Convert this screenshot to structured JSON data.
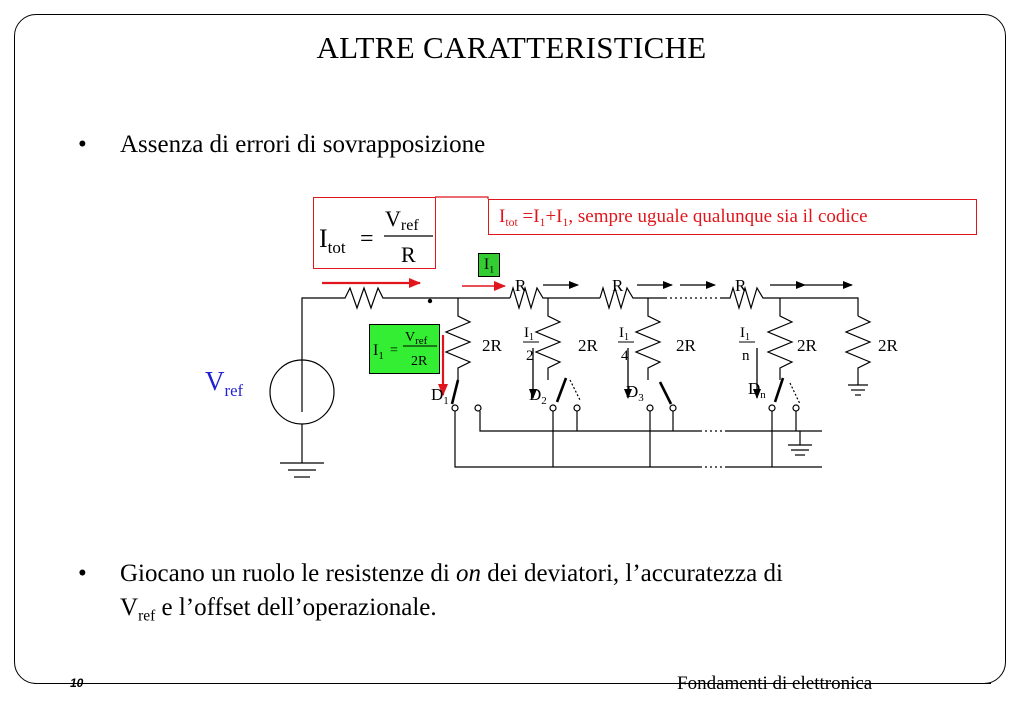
{
  "slide": {
    "title": "ALTRE CARATTERISTICHE",
    "bullet_symbol": "•",
    "bullet1": "Assenza di errori di sovrapposizione",
    "bullet2": {
      "part1": "Giocano un ruolo le resistenze di ",
      "italic": "on",
      "part2": " dei deviatori, l’accuratezza di ",
      "vref_main": "V",
      "vref_sub": "ref",
      "part3": " e l’offset dell’operazionale."
    }
  },
  "formula_itot": {
    "lhs_main": "I",
    "lhs_sub": "tot",
    "equals": "=",
    "num_main": "V",
    "num_sub": "ref",
    "den": "R"
  },
  "note": {
    "itot_main": "I",
    "itot_sub": "tot",
    "eq": " =I",
    "s1": "1",
    "plus": "+I",
    "s2": "1",
    "rest": ",  sempre uguale qualunque sia il codice"
  },
  "current_tag": {
    "main": "I",
    "sub": "1"
  },
  "formula_i1": {
    "lhs_main": "I",
    "lhs_sub": "1",
    "equals": "=",
    "num_main": "V",
    "num_sub": "ref",
    "den": "2R"
  },
  "source_label": {
    "main": "V",
    "sub": "ref"
  },
  "circuit": {
    "series_resistors": [
      "R",
      "R",
      "R"
    ],
    "shunt_resistors": [
      "2R",
      "2R",
      "2R",
      "2R",
      "2R"
    ],
    "branch_currents": [
      {
        "num_main": "I",
        "num_sub": "1",
        "den": "2"
      },
      {
        "num_main": "I",
        "num_sub": "1",
        "den": "4"
      },
      {
        "num_main": "I",
        "num_sub": "1",
        "den": "n"
      }
    ],
    "switches": [
      {
        "main": "D",
        "sub": "1"
      },
      {
        "main": "D",
        "sub": "2"
      },
      {
        "main": "D",
        "sub": "3"
      },
      {
        "main": "D",
        "sub": "n"
      }
    ]
  },
  "footer": {
    "page": "10",
    "course": "Fondamenti di elettronica"
  },
  "colors": {
    "red": "#e1161c",
    "green_label": "#33cc33",
    "green_box": "#33ee33",
    "vref_blue": "#1f1fd6"
  }
}
